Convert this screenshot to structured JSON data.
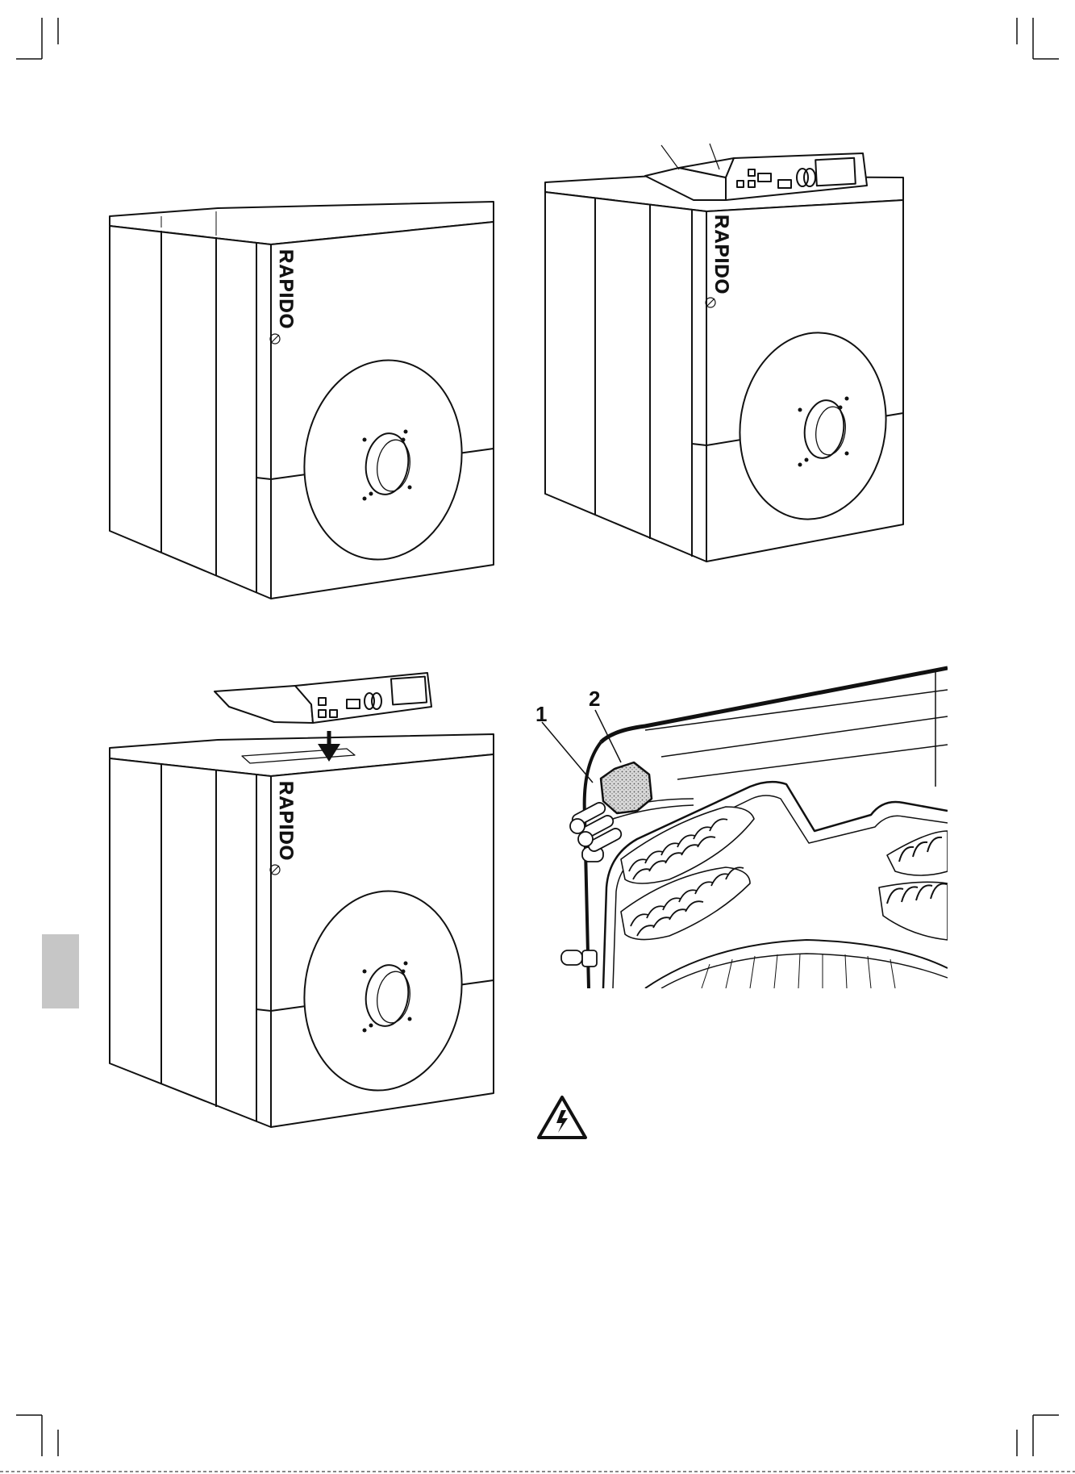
{
  "brand": {
    "logo_text": "RAPIDO"
  },
  "callouts": {
    "label_1": "1",
    "label_2": "2"
  },
  "icons": {
    "warning": "electrical-hazard-warning-icon",
    "arrow": "arrow-down-icon"
  },
  "colors": {
    "line": "#111111",
    "paper": "#ffffff",
    "tab": "#c6c6c6",
    "stipple": "#bdbdbd"
  }
}
